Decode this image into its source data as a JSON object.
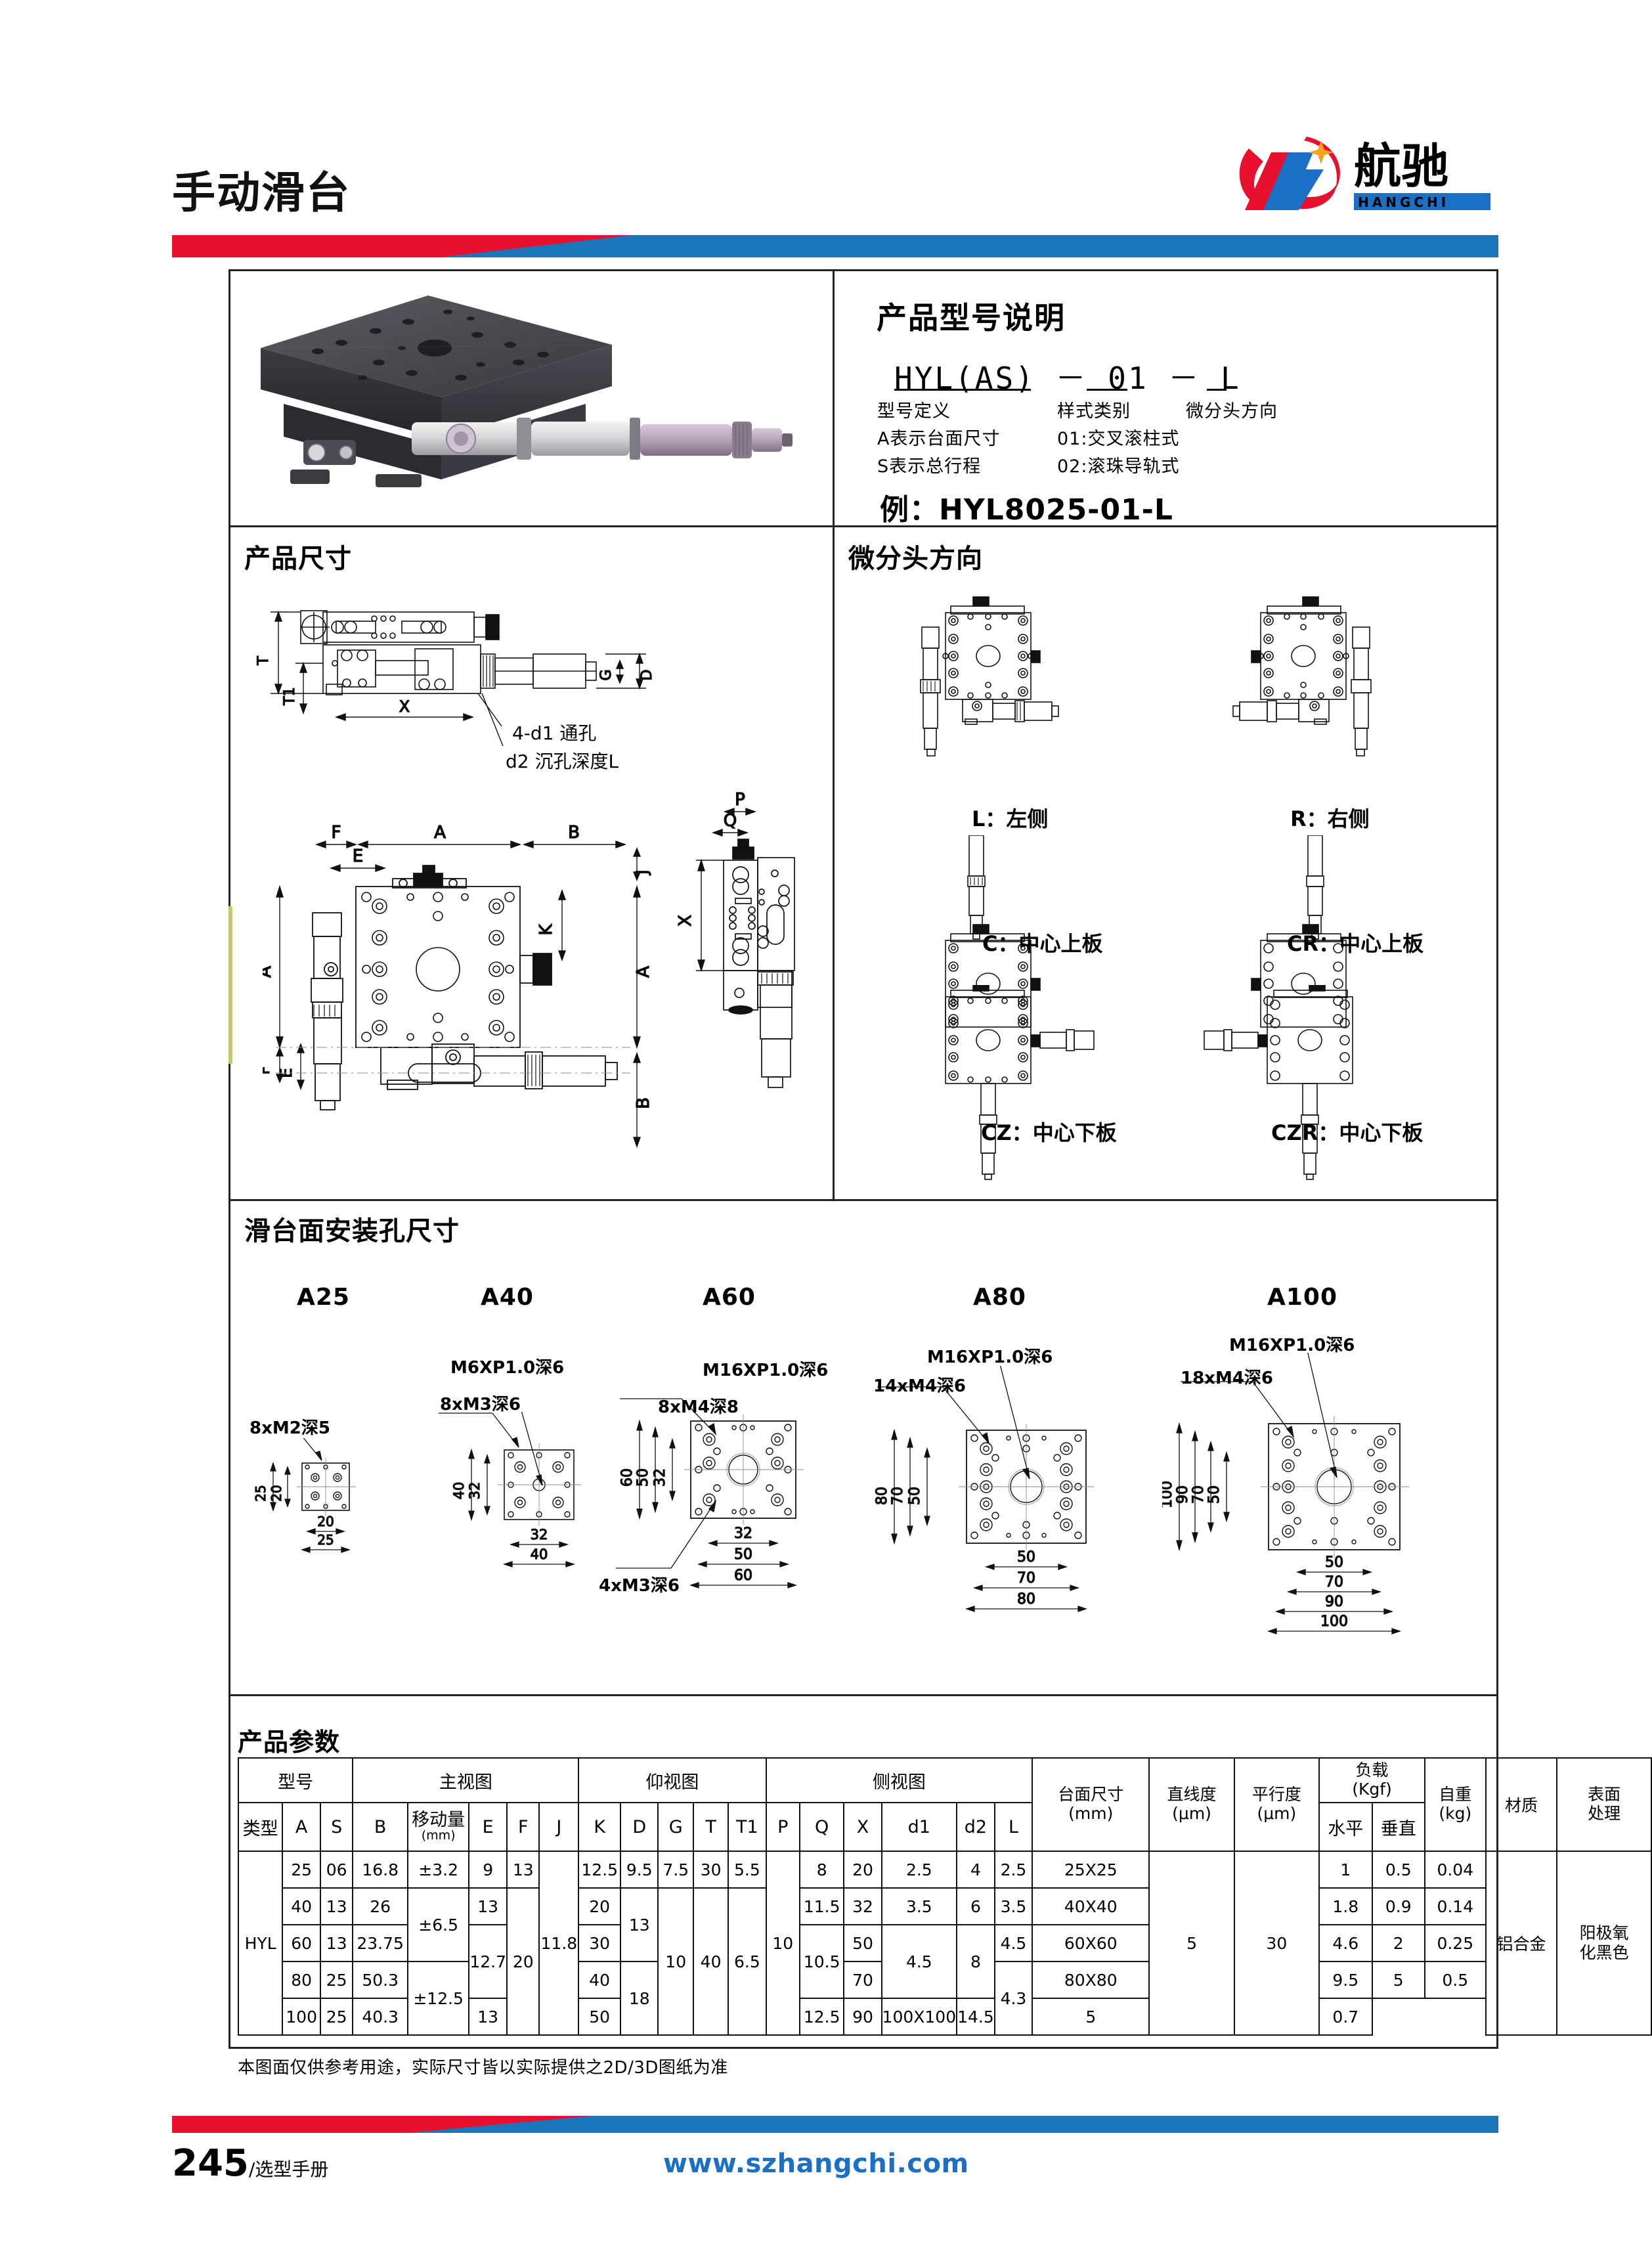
{
  "header": {
    "title": "手动滑台",
    "logo": {
      "cn": "航驰",
      "en": "HANGCHI"
    },
    "accent_red": "#e8112d",
    "accent_blue": "#1b75bb"
  },
  "model_code": {
    "section_title": "产品型号说明",
    "code": "HYL(AS) － 01 － L",
    "legend": [
      {
        "label": "型号定义",
        "lines": [
          "A表示台面尺寸",
          "S表示总行程"
        ]
      },
      {
        "label": "样式类别",
        "lines": [
          "01:交叉滚柱式",
          "02:滚珠导轨式"
        ]
      },
      {
        "label": "微分头方向",
        "lines": [
          "",
          ""
        ]
      }
    ],
    "example": "例：HYL8025-01-L"
  },
  "dimensions_section": {
    "title": "产品尺寸",
    "callouts": [
      "4-d1 通孔",
      "d2 沉孔深度L"
    ],
    "side_labels": [
      "T",
      "T1",
      "X",
      "D",
      "G"
    ],
    "top_labels": [
      "F",
      "E",
      "A",
      "B",
      "J",
      "K"
    ],
    "right_labels": [
      "P",
      "Q",
      "X"
    ]
  },
  "micrometer_section": {
    "title": "微分头方向",
    "options": [
      {
        "code": "L",
        "label": "L：左侧"
      },
      {
        "code": "R",
        "label": "R：右侧"
      },
      {
        "code": "C",
        "label": "C：中心上板"
      },
      {
        "code": "CR",
        "label": "CR：中心上板"
      },
      {
        "code": "CZ",
        "label": "CZ：中心下板"
      },
      {
        "code": "CZR",
        "label": "CZR：中心下板"
      }
    ]
  },
  "hole_section": {
    "title": "滑台面安装孔尺寸",
    "models": [
      {
        "name": "A25",
        "notes": [
          "8xM2深5"
        ],
        "v_dims": [
          "25",
          "20"
        ],
        "h_dims": [
          "20",
          "25"
        ]
      },
      {
        "name": "A40",
        "notes": [
          "8xM3深6",
          "M6XP1.0深6"
        ],
        "v_dims": [
          "40",
          "32"
        ],
        "h_dims": [
          "32",
          "40"
        ]
      },
      {
        "name": "A60",
        "notes": [
          "8xM4深8",
          "M16XP1.0深6",
          "4xM3深6"
        ],
        "v_dims": [
          "60",
          "50",
          "32"
        ],
        "h_dims": [
          "32",
          "50",
          "60"
        ]
      },
      {
        "name": "A80",
        "notes": [
          "14xM4深6",
          "M16XP1.0深6"
        ],
        "v_dims": [
          "80",
          "70",
          "50"
        ],
        "h_dims": [
          "50",
          "70",
          "80"
        ]
      },
      {
        "name": "A100",
        "notes": [
          "18xM4深6",
          "M16XP1.0深6"
        ],
        "v_dims": [
          "100",
          "90",
          "70",
          "50"
        ],
        "h_dims": [
          "50",
          "70",
          "90",
          "100"
        ]
      }
    ]
  },
  "params": {
    "title": "产品参数",
    "group_headers": {
      "model": "型号",
      "front_view": "主视图",
      "bottom_view": "仰视图",
      "side_view": "侧视图",
      "table_size": "台面尺寸\n(mm)",
      "straightness": "直线度\n(μm)",
      "parallelism": "平行度\n(μm)",
      "load": "负载\n(Kgf)",
      "weight": "自重\n(kg)",
      "material": "材质",
      "surface": "表面\n处理"
    },
    "sub_headers": {
      "type": "类型",
      "A": "A",
      "S": "S",
      "B": "B",
      "travel": "移动量",
      "travel_unit": "(mm)",
      "E": "E",
      "F": "F",
      "J": "J",
      "K": "K",
      "D": "D",
      "G": "G",
      "T": "T",
      "T1": "T1",
      "P": "P",
      "Q": "Q",
      "X": "X",
      "d1": "d1",
      "d2": "d2",
      "L": "L",
      "load_h": "水平",
      "load_v": "垂直"
    },
    "type_label": "HYL",
    "rows": [
      {
        "A": "25",
        "S": "06",
        "B": "16.8",
        "travel": "±3.2",
        "E": "9",
        "F": "13",
        "J": "",
        "K": "12.5",
        "D": "9.5",
        "G": "7.5",
        "T": "30",
        "T1": "5.5",
        "P": "",
        "Q": "8",
        "X": "20",
        "d1": "2.5",
        "d2": "4",
        "L": "2.5",
        "table_size": "25X25",
        "straightness": "",
        "parallelism": "",
        "load_h": "1",
        "load_v": "0.5",
        "weight": "0.04"
      },
      {
        "A": "40",
        "S": "13",
        "B": "26",
        "travel": "±6.5",
        "E": "13",
        "F": "",
        "J": "",
        "K": "20",
        "D": "13",
        "G": "",
        "T": "",
        "T1": "",
        "P": "",
        "Q": "11.5",
        "X": "32",
        "d1": "3.5",
        "d2": "6",
        "L": "3.5",
        "table_size": "40X40",
        "straightness": "",
        "parallelism": "",
        "load_h": "1.8",
        "load_v": "0.9",
        "weight": "0.14"
      },
      {
        "A": "60",
        "S": "13",
        "B": "23.75",
        "travel": "",
        "E": "12.7",
        "F": "",
        "J": "11.8",
        "K": "30",
        "D": "",
        "G": "10",
        "T": "40",
        "T1": "6.5",
        "P": "10",
        "Q": "10.5",
        "X": "50",
        "d1": "",
        "d2": "",
        "L": "4.5",
        "table_size": "60X60",
        "straightness": "5",
        "parallelism": "30",
        "load_h": "4.6",
        "load_v": "2",
        "weight": "0.25"
      },
      {
        "A": "80",
        "S": "25",
        "B": "50.3",
        "travel": "±12.5",
        "E": "13",
        "F": "",
        "J": "",
        "K": "40",
        "D": "18",
        "G": "",
        "T": "",
        "T1": "",
        "P": "",
        "Q": "12.5",
        "X": "70",
        "d1": "4.5",
        "d2": "8",
        "L": "",
        "table_size": "80X80",
        "straightness": "",
        "parallelism": "",
        "load_h": "9.5",
        "load_v": "5",
        "weight": "0.5"
      },
      {
        "A": "100",
        "S": "25",
        "B": "40.3",
        "travel": "",
        "E": "",
        "F": "20",
        "J": "",
        "K": "50",
        "D": "",
        "G": "",
        "T": "",
        "T1": "",
        "P": "",
        "Q": "",
        "X": "90",
        "d1": "",
        "d2": "",
        "L": "4.3",
        "table_size": "100X100",
        "straightness": "",
        "parallelism": "",
        "load_h": "14.5",
        "load_v": "5",
        "weight": "0.7"
      }
    ],
    "material_value": "铝合金",
    "surface_value": "阳极氧\n化黑色"
  },
  "note": "本图面仅供参考用途，实际尺寸皆以实际提供之2D/3D图纸为准",
  "footer": {
    "page_number": "245",
    "page_suffix": "/选型手册",
    "url": "www.szhangchi.com"
  }
}
